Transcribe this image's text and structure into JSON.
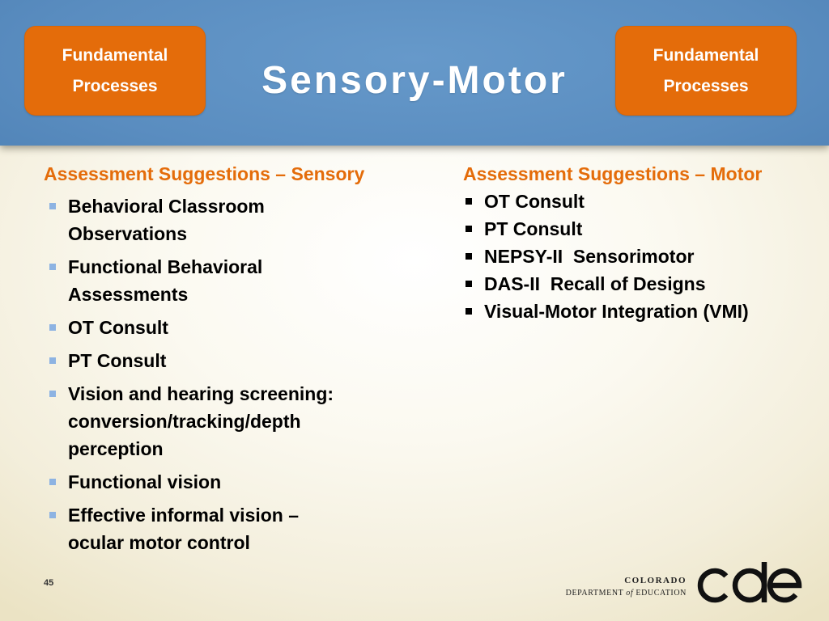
{
  "header": {
    "title": "Sensory-Motor",
    "left_button": {
      "label": "Fundamental Processes"
    },
    "right_button": {
      "label": "Fundamental Processes"
    }
  },
  "sensory": {
    "heading": "Assessment Suggestions – Sensory",
    "bullet_icon": "square",
    "items": [
      "Behavioral Classroom Observations",
      "Functional Behavioral Assessments",
      "OT Consult",
      "PT Consult",
      "Vision and hearing screening: conversion/tracking/depth perception",
      "Functional vision",
      "Effective informal vision – ocular motor control"
    ]
  },
  "motor": {
    "heading": "Assessment Suggestions – Motor",
    "bullet_icon": "square",
    "items": [
      "OT Consult",
      "PT Consult",
      "NEPSY-II  Sensorimotor",
      "DAS-II  Recall of Designs",
      "Visual-Motor Integration (VMI)"
    ]
  },
  "footer": {
    "page_number": "45",
    "logo": {
      "state": "COLORADO",
      "department_before": "DEPARTMENT",
      "department_of": "of",
      "department_after": "EDUCATION",
      "wordmark": "cde"
    }
  },
  "colors": {
    "header_blue": "#5a8dc0",
    "accent_orange": "#e46c0a",
    "sensory_bullet": "#8db3e2",
    "motor_bullet": "#000000",
    "body_text": "#000000"
  }
}
